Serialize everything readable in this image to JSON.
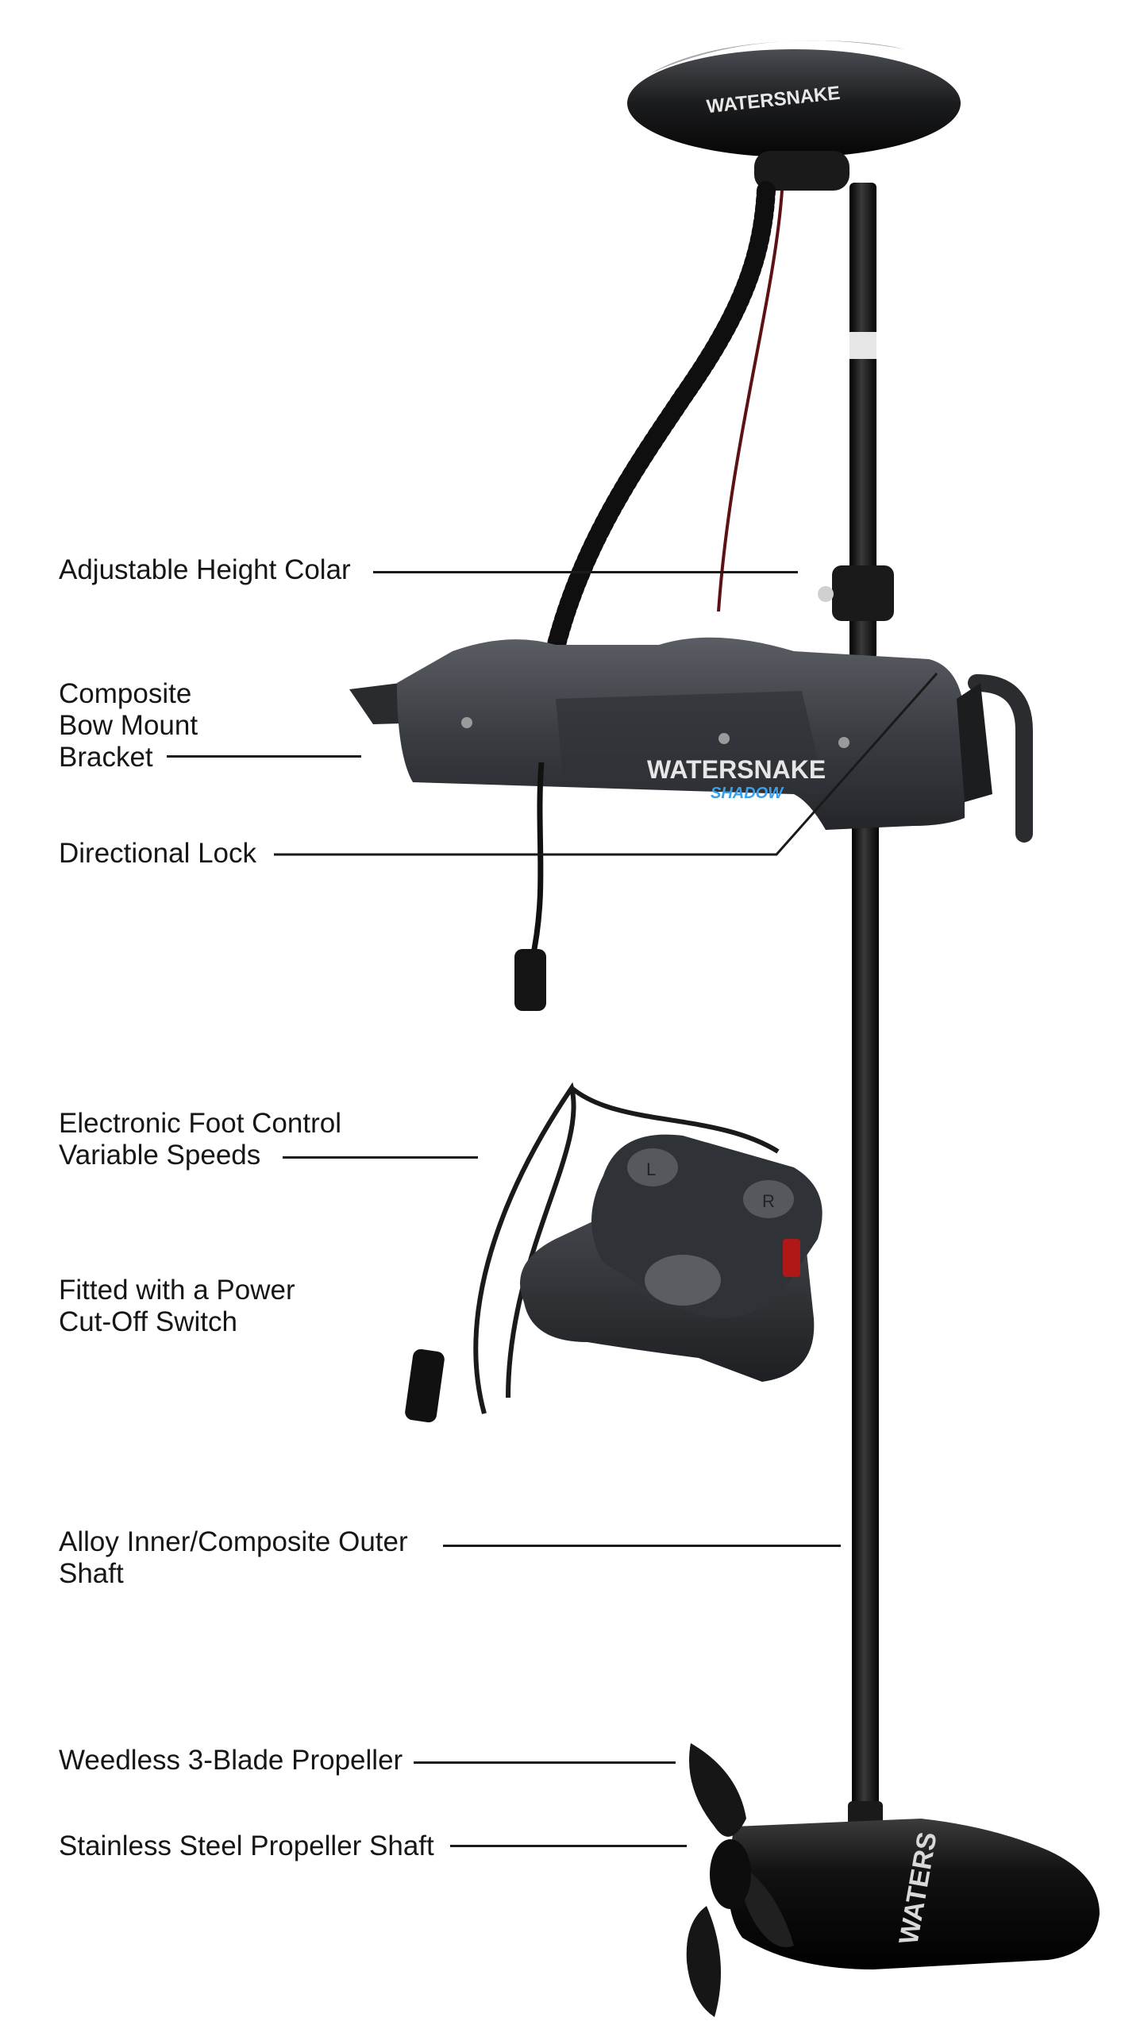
{
  "product": {
    "head_brand": "WATERSNAKE",
    "mount_brand": "WATERSNAKE",
    "mount_model": "SHADOW",
    "motor_brand": "WATERS",
    "pedal_left_key": "L",
    "pedal_right_key": "R"
  },
  "callouts": [
    {
      "lines": [
        "Adjustable Height Colar"
      ]
    },
    {
      "lines": [
        "Composite",
        "Bow Mount",
        "Bracket"
      ]
    },
    {
      "lines": [
        "Directional Lock"
      ]
    },
    {
      "lines": [
        "Electronic Foot Control",
        "Variable Speeds"
      ]
    },
    {
      "lines": [
        "Fitted with a Power",
        "Cut-Off Switch"
      ]
    },
    {
      "lines": [
        "Alloy Inner/Composite Outer",
        "Shaft"
      ]
    },
    {
      "lines": [
        "Weedless 3-Blade Propeller"
      ]
    },
    {
      "lines": [
        "Stainless Steel Propeller Shaft"
      ]
    }
  ],
  "colors": {
    "background": "#ffffff",
    "text": "#161616",
    "product_black": "#111111",
    "bracket_grey": "#3a3d42",
    "accent_blue": "#3aa0e8"
  }
}
